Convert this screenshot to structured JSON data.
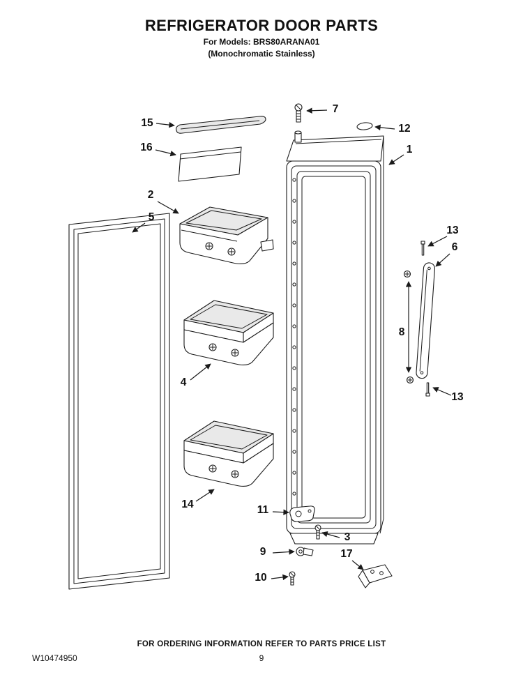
{
  "header": {
    "title": "REFRIGERATOR DOOR PARTS",
    "models_line": "For Models: BRS80ARANA01",
    "finish_line": "(Monochromatic Stainless)"
  },
  "palette": {
    "ink": "#1a1a1a",
    "paper": "#ffffff",
    "shade": "#e9e9e9"
  },
  "diagram": {
    "callouts": [
      {
        "number": "15"
      },
      {
        "number": "16"
      },
      {
        "number": "2"
      },
      {
        "number": "5"
      },
      {
        "number": "7"
      },
      {
        "number": "12"
      },
      {
        "number": "1"
      },
      {
        "number": "13"
      },
      {
        "number": "6"
      },
      {
        "number": "8"
      },
      {
        "number": "13"
      },
      {
        "number": "4"
      },
      {
        "number": "14"
      },
      {
        "number": "11"
      },
      {
        "number": "3"
      },
      {
        "number": "9"
      },
      {
        "number": "17"
      },
      {
        "number": "10"
      }
    ]
  },
  "footer": {
    "ordering_note": "FOR ORDERING INFORMATION REFER TO PARTS PRICE LIST",
    "document_number": "W10474950",
    "page_number": "9"
  }
}
